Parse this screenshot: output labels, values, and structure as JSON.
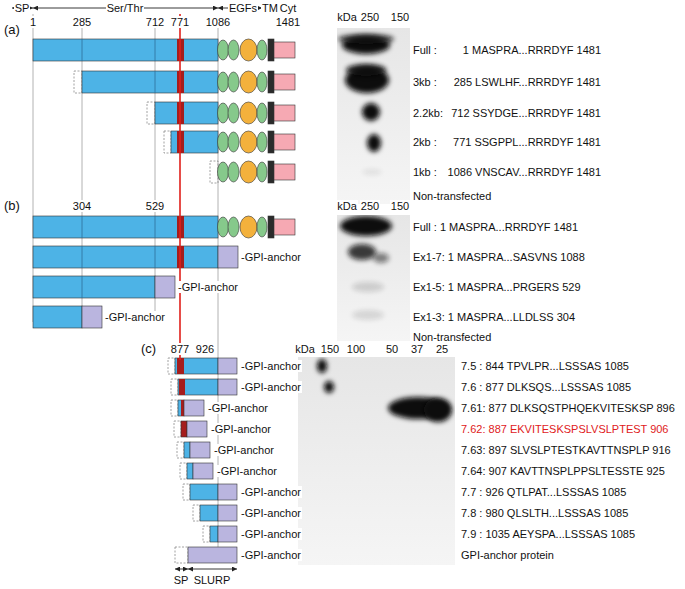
{
  "diagram": {
    "labels": [
      "(a)",
      "SP",
      "Ser/Thr",
      "EGFs",
      "TM",
      "Cyt",
      "1",
      "285",
      "712",
      "771",
      "1086",
      "1481",
      "kDa",
      "250",
      "150",
      "Full :",
      "1 MASPRA...RRRDYF 1481",
      "3kb :",
      "285 LSWLHF...RRRDYF 1481",
      "2.2kb:",
      "712 SSYDGE...RRRDYF 1481",
      "2kb :",
      "771 SSGPPL...RRRDYF 1481",
      "1kb :",
      "1086 VNSCAV...RRRDYF 1481",
      "Non-transfected",
      "(b)",
      "304",
      "529",
      "kDa",
      "250",
      "150",
      "-GPI-anchor",
      "-GPI-anchor",
      "-GPI-anchor",
      "Full : 1 MASPRA...RRRDYF 1481",
      "Ex1-7: 1 MASPRA...SASVNS 1088",
      "Ex1-5: 1 MASPRA...PRGERS 529",
      "Ex1-3: 1 MASPRA...LLDLSS 304",
      "Non-transfected",
      "(c)",
      "877",
      "926",
      "kDa",
      "150",
      "100",
      "50",
      "37",
      "25",
      "-GPI-anchor",
      "-GPI-anchor",
      "-GPI-anchor",
      "-GPI-anchor",
      "-GPI-anchor",
      "-GPI-anchor",
      "-GPI-anchor",
      "-GPI-anchor",
      "-GPI-anchor",
      "-GPI-anchor",
      "7.5 : 844 TPVLPR...LSSSAS 1085",
      "7.6 : 877 DLKSQS...LSSSAS 1085",
      "7.61: 877 DLKSQSTPHQEKVITESKSP 896",
      "7.62: 887 EKVITESKSPSLVSLPTEST 906",
      "7.63: 897 SLVSLPTESTKAVTTNSPLP 916",
      "7.64: 907 KAVTTNSPLPPSLTESSTE 925",
      "7.7 : 926 QTLPAT...LSSSAS 1085",
      "7.8 : 980 QLSLTH...LSSSAS 1085",
      "7.9 : 1035 AEYSPA...LSSSAS 1085",
      "GPI-anchor protein",
      "SP",
      "SLURP"
    ]
  }
}
